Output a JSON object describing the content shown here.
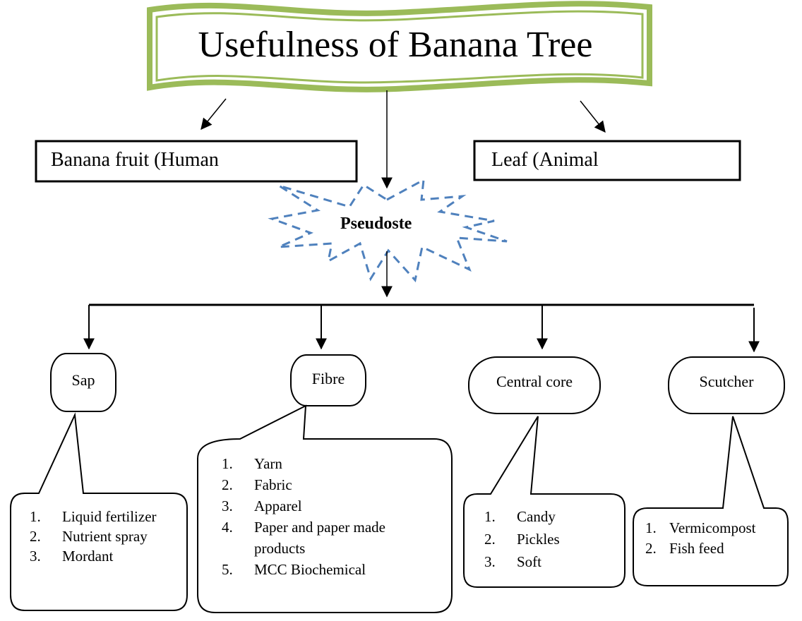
{
  "title": "Usefulness of Banana Tree",
  "colors": {
    "banner_border": "#9bbb59",
    "burst_dash": "#4f81bd",
    "line": "#000000"
  },
  "branches": {
    "left": {
      "label": "Banana fruit (Human"
    },
    "right": {
      "label": "Leaf (Animal"
    },
    "center": {
      "label": "Pseudoste"
    }
  },
  "parts": [
    {
      "label": "Sap",
      "items": [
        {
          "num": "1.",
          "text": "Liquid fertilizer"
        },
        {
          "num": "2.",
          "text": "Nutrient spray"
        },
        {
          "num": "3.",
          "text": "Mordant"
        }
      ]
    },
    {
      "label": "Fibre",
      "items": [
        {
          "num": "1.",
          "text": "Yarn"
        },
        {
          "num": "2.",
          "text": "Fabric"
        },
        {
          "num": "3.",
          "text": "Apparel"
        },
        {
          "num": "4.",
          "text": "Paper and paper made products"
        },
        {
          "num": "5.",
          "text": "MCC Biochemical"
        }
      ]
    },
    {
      "label": "Central core",
      "items": [
        {
          "num": "1.",
          "text": "Candy"
        },
        {
          "num": "2.",
          "text": "Pickles"
        },
        {
          "num": "3.",
          "text": "Soft"
        }
      ]
    },
    {
      "label": "Scutcher",
      "items": [
        {
          "num": "1.",
          "text": "Vermicompost"
        },
        {
          "num": "2.",
          "text": "Fish feed"
        }
      ]
    }
  ]
}
